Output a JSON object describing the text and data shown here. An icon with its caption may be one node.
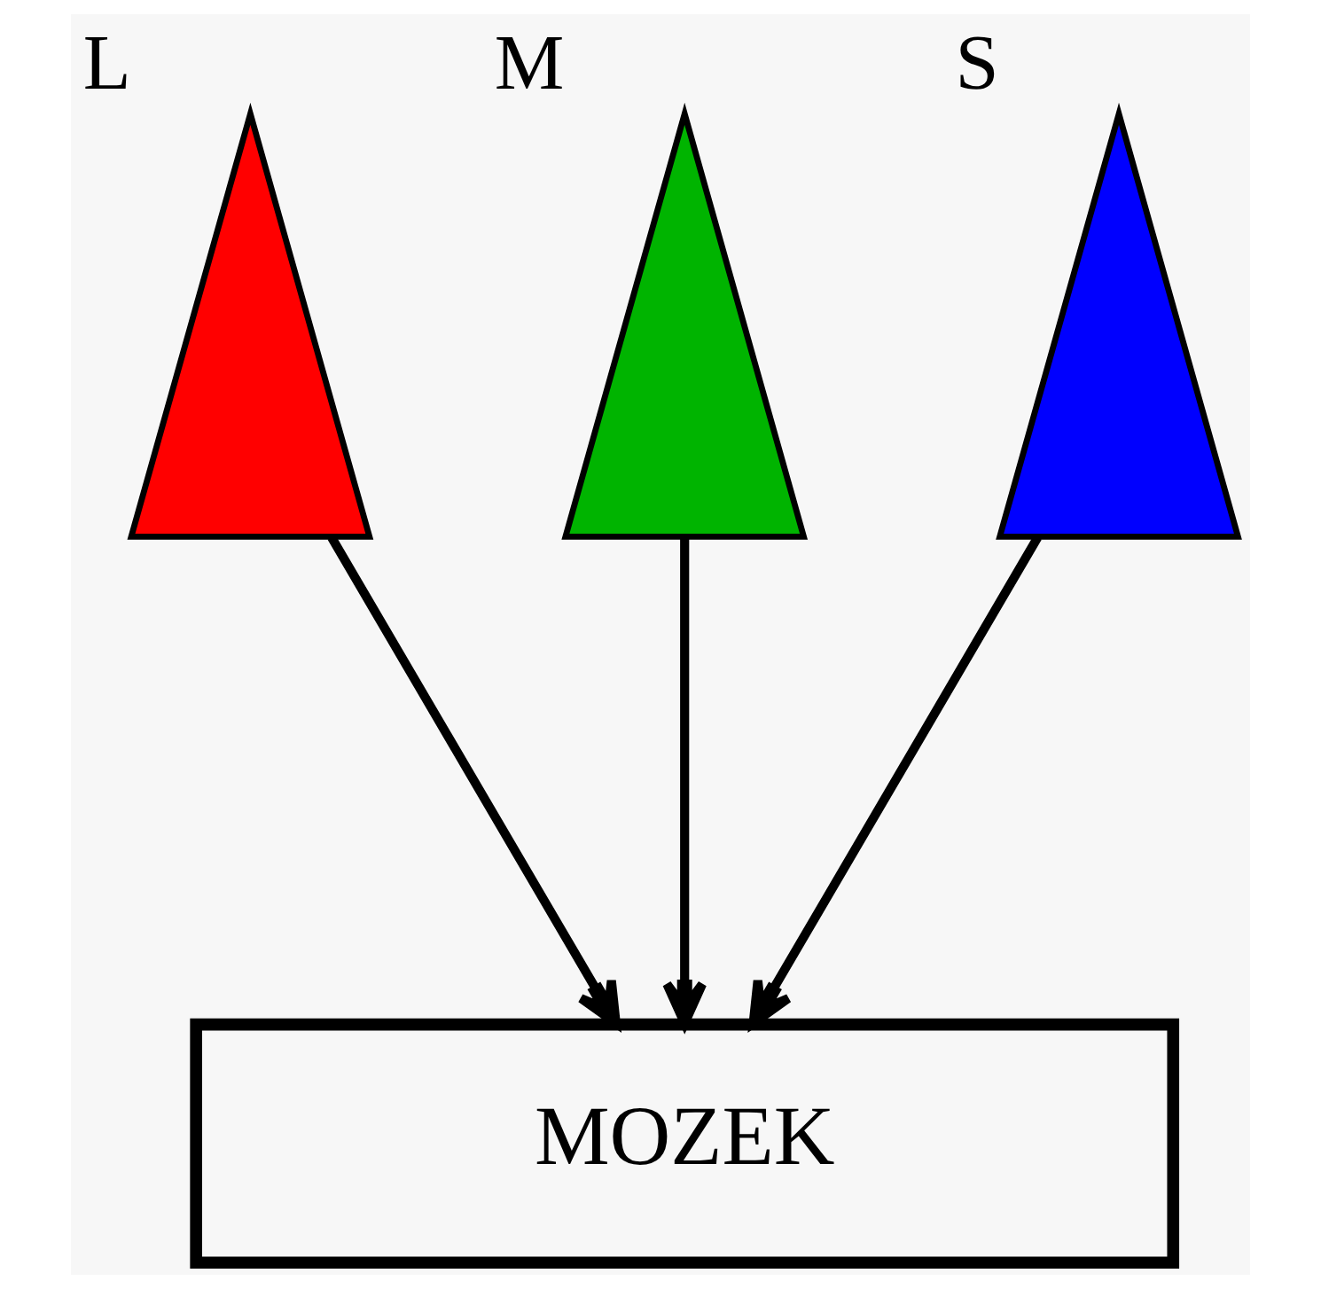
{
  "diagram": {
    "nodes": [
      {
        "text": [],
        "shape": "triangle",
        "beside": [
          "L"
        ]
      },
      {
        "text": [],
        "shape": "triangle",
        "beside": [
          "M"
        ]
      },
      {
        "text": [],
        "shape": "triangle",
        "beside": [
          "S"
        ]
      },
      {
        "text": [
          "MOZEK"
        ]
      }
    ],
    "edges": [
      {
        "from": 0,
        "to": 3,
        "arrow": "to"
      },
      {
        "from": 1,
        "to": 3,
        "arrow": "to"
      },
      {
        "from": 2,
        "to": 3,
        "arrow": "to"
      }
    ]
  }
}
